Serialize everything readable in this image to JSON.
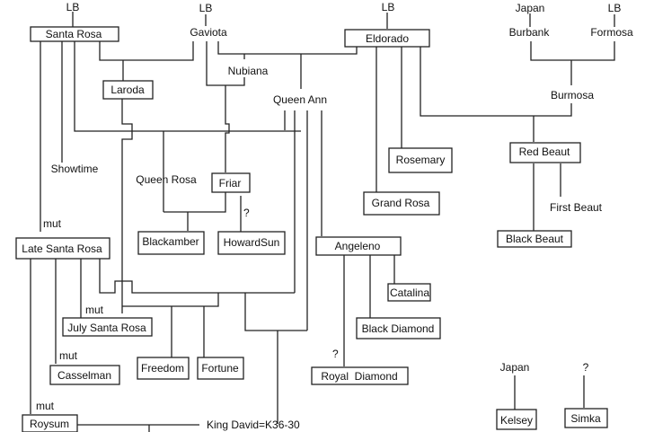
{
  "diagram": {
    "type": "pedigree",
    "colors": {
      "line": "#222222",
      "text": "#111111",
      "background": "#ffffff"
    },
    "nodes": {
      "lb_santa_rosa": {
        "label": "LB",
        "boxed": false
      },
      "santa_rosa": {
        "label": "Santa Rosa",
        "boxed": true
      },
      "lb_gaviota": {
        "label": "LB",
        "boxed": false
      },
      "gaviota": {
        "label": "Gaviota",
        "boxed": false
      },
      "lb_eldorado": {
        "label": "LB",
        "boxed": false
      },
      "eldorado": {
        "label": "Eldorado",
        "boxed": true
      },
      "japan_burbank": {
        "label": "Japan",
        "boxed": false
      },
      "burbank": {
        "label": "Burbank",
        "boxed": false
      },
      "lb_formosa": {
        "label": "LB",
        "boxed": false
      },
      "formosa": {
        "label": "Formosa",
        "boxed": false
      },
      "laroda": {
        "label": "Laroda",
        "boxed": true
      },
      "nubiana": {
        "label": "Nubiana",
        "boxed": false
      },
      "queen_ann": {
        "label": "Queen Ann",
        "boxed": false
      },
      "burmosa": {
        "label": "Burmosa",
        "boxed": false
      },
      "showtime": {
        "label": "Showtime",
        "boxed": false
      },
      "queen_rosa": {
        "label": "Queen Rosa",
        "boxed": false
      },
      "friar": {
        "label": "Friar",
        "boxed": true
      },
      "rosemary": {
        "label": "Rosemary",
        "boxed": true
      },
      "red_beaut": {
        "label": "Red Beaut",
        "boxed": true
      },
      "grand_rosa": {
        "label": "Grand Rosa",
        "boxed": true
      },
      "first_beaut": {
        "label": "First Beaut",
        "boxed": false
      },
      "mut_late": {
        "label": "mut",
        "boxed": false
      },
      "late_santa_rosa": {
        "label": "Late Santa Rosa",
        "boxed": true
      },
      "blackamber": {
        "label": "Blackamber",
        "boxed": true
      },
      "q_howardsun": {
        "label": "?",
        "boxed": false
      },
      "howardsun": {
        "label": "HowardSun",
        "boxed": true
      },
      "angeleno": {
        "label": "Angeleno",
        "boxed": true
      },
      "black_beaut": {
        "label": "Black Beaut",
        "boxed": true
      },
      "catalina": {
        "label": "Catalina",
        "boxed": true
      },
      "mut_july": {
        "label": "mut",
        "boxed": false
      },
      "july_santa_rosa": {
        "label": "July Santa Rosa",
        "boxed": true
      },
      "black_diamond": {
        "label": "Black Diamond",
        "boxed": true
      },
      "mut_casselman": {
        "label": "mut",
        "boxed": false
      },
      "casselman": {
        "label": "Casselman",
        "boxed": true
      },
      "freedom": {
        "label": "Freedom",
        "boxed": true
      },
      "fortune": {
        "label": "Fortune",
        "boxed": true
      },
      "q_royal": {
        "label": "?",
        "boxed": false
      },
      "royal_diamond": {
        "label": "Royal  Diamond",
        "boxed": true
      },
      "japan_kelsey": {
        "label": "Japan",
        "boxed": false
      },
      "kelsey": {
        "label": "Kelsey",
        "boxed": true
      },
      "q_simka": {
        "label": "?",
        "boxed": false
      },
      "simka": {
        "label": "Simka",
        "boxed": true
      },
      "mut_roysum": {
        "label": "mut",
        "boxed": false
      },
      "roysum": {
        "label": "Roysum",
        "boxed": true
      },
      "king_david": {
        "label": "King David=K36-30",
        "boxed": false
      }
    },
    "edges": [
      {
        "from": "lb_santa_rosa",
        "to": "santa_rosa"
      },
      {
        "from": "lb_gaviota",
        "to": "gaviota"
      },
      {
        "from": "lb_eldorado",
        "to": "eldorado"
      },
      {
        "from": "japan_burbank",
        "to": "burbank"
      },
      {
        "from": "lb_formosa",
        "to": "formosa"
      },
      {
        "from": [
          "santa_rosa",
          "gaviota"
        ],
        "to": "laroda"
      },
      {
        "from": [
          "gaviota",
          "eldorado"
        ],
        "to": "queen_ann"
      },
      {
        "from": [
          "burbank",
          "formosa"
        ],
        "to": "burmosa"
      },
      {
        "from": "santa_rosa",
        "to": "showtime"
      },
      {
        "from": "santa_rosa",
        "to": "late_santa_rosa",
        "note": "mut"
      },
      {
        "from": [
          "santa_rosa",
          "nubiana"
        ],
        "to": "queen_rosa"
      },
      {
        "from": [
          "laroda",
          "nubiana"
        ],
        "to": "friar"
      },
      {
        "from": [
          "queen_rosa",
          "friar"
        ],
        "to": "blackamber"
      },
      {
        "from": "friar",
        "to": "howardsun",
        "note": "?"
      },
      {
        "from": "eldorado",
        "to": "rosemary"
      },
      {
        "from": "eldorado",
        "to": "grand_rosa"
      },
      {
        "from": [
          "eldorado",
          "burmosa"
        ],
        "to": "red_beaut"
      },
      {
        "from": "red_beaut",
        "to": "first_beaut"
      },
      {
        "from": "red_beaut",
        "to": "black_beaut"
      },
      {
        "from": "queen_ann",
        "to": "angeleno"
      },
      {
        "from": "angeleno",
        "to": "catalina"
      },
      {
        "from": "angeleno",
        "to": "black_diamond"
      },
      {
        "from": "angeleno",
        "to": "royal_diamond",
        "note": "?"
      },
      {
        "from": "late_santa_rosa",
        "to": "july_santa_rosa",
        "note": "mut"
      },
      {
        "from": "late_santa_rosa",
        "to": "casselman",
        "note": "mut"
      },
      {
        "from": "late_santa_rosa",
        "to": "roysum",
        "note": "mut"
      },
      {
        "from": [
          "late_santa_rosa",
          "laroda",
          "queen_ann"
        ],
        "to": [
          "freedom",
          "fortune"
        ]
      },
      {
        "from": [
          "queen_ann"
        ],
        "to": "king_david"
      },
      {
        "from": "roysum",
        "to": "king_david"
      },
      {
        "from": "japan_kelsey",
        "to": "kelsey"
      },
      {
        "from": "q_simka",
        "to": "simka"
      }
    ]
  }
}
